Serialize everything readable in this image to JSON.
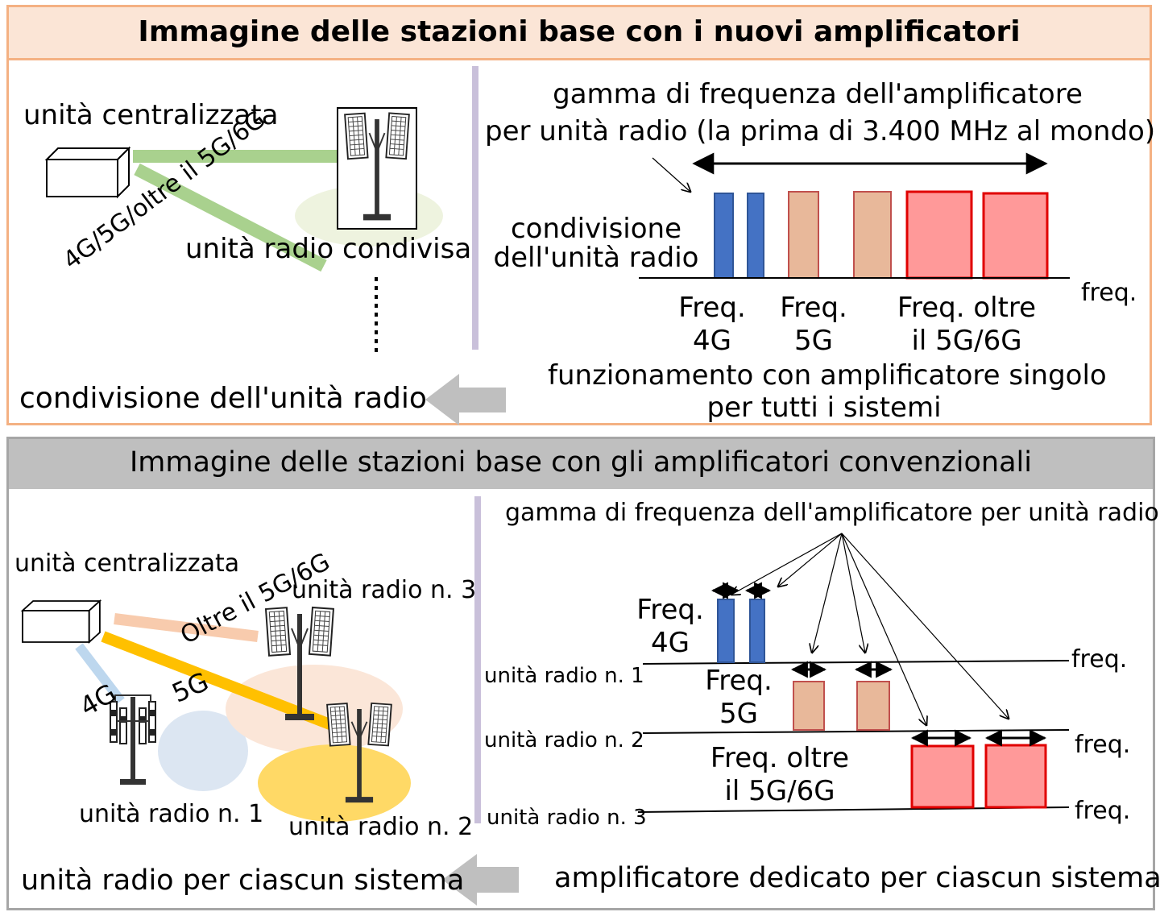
{
  "top": {
    "title": "Immagine delle stazioni base con i nuovi amplificatori",
    "label_central_unit": "unità centralizzata",
    "label_link": "4G/5G/oltre il 5G/6G",
    "label_shared_radio": "unità radio condivisa",
    "bottom_left": "condivisione dell'unità radio",
    "range_title_line1": "gamma di frequenza dell'amplificatore",
    "range_title_line2": "per unità radio (la prima di 3.400 MHz al mondo)",
    "sharing_line1": "condivisione",
    "sharing_line2": "dell'unità radio",
    "freq_axis": "freq.",
    "freq_4g_line1": "Freq.",
    "freq_4g_line2": "4G",
    "freq_5g_line1": "Freq.",
    "freq_5g_line2": "5G",
    "freq_6g_line1": "Freq. oltre",
    "freq_6g_line2": "il 5G/6G",
    "single_amp_line1": "funzionamento con amplificatore singolo",
    "single_amp_line2": "per tutti i sistemi"
  },
  "bottom": {
    "title": "Immagine delle stazioni base con gli amplificatori convenzionali",
    "label_central_unit": "unità centralizzata",
    "label_beyond": "Oltre il 5G/6G",
    "label_5g": "5G",
    "label_4g": "4G",
    "label_radio_3": "unità radio n. 3",
    "label_radio_1": "unità radio n. 1",
    "label_radio_2": "unità radio n. 2",
    "bottom_left": "unità radio per ciascun sistema",
    "bottom_right": "amplificatore dedicato per ciascun sistema",
    "range_title": "gamma di frequenza dell'amplificatore per unità radio",
    "axis_label_1": "unità radio n. 1",
    "axis_label_2": "unità radio n. 2",
    "axis_label_3": "unità radio n. 3",
    "freq_axis": "freq.",
    "freq_4g_line1": "Freq.",
    "freq_4g_line2": "4G",
    "freq_5g_line1": "Freq.",
    "freq_5g_line2": "5G",
    "freq_6g_line1": "Freq. oltre",
    "freq_6g_line2": "il 5G/6G"
  },
  "colors": {
    "top_border": "#F4B183",
    "top_header": "#FBE5D6",
    "bottom_border": "#A6A6A6",
    "bottom_header": "#BFBFBF",
    "divider": "#C9C0DA",
    "bar_4g": "#4472C4",
    "bar_5g": "#E8B89A",
    "bar_6g": "#FF9999",
    "bar_6g_border": "#E00000",
    "link_green": "#A9D18E",
    "link_orange": "#FFC000",
    "link_peach": "#F8CBAD",
    "link_blue": "#BDD7EE",
    "arrow_gray": "#BFBFBF"
  }
}
